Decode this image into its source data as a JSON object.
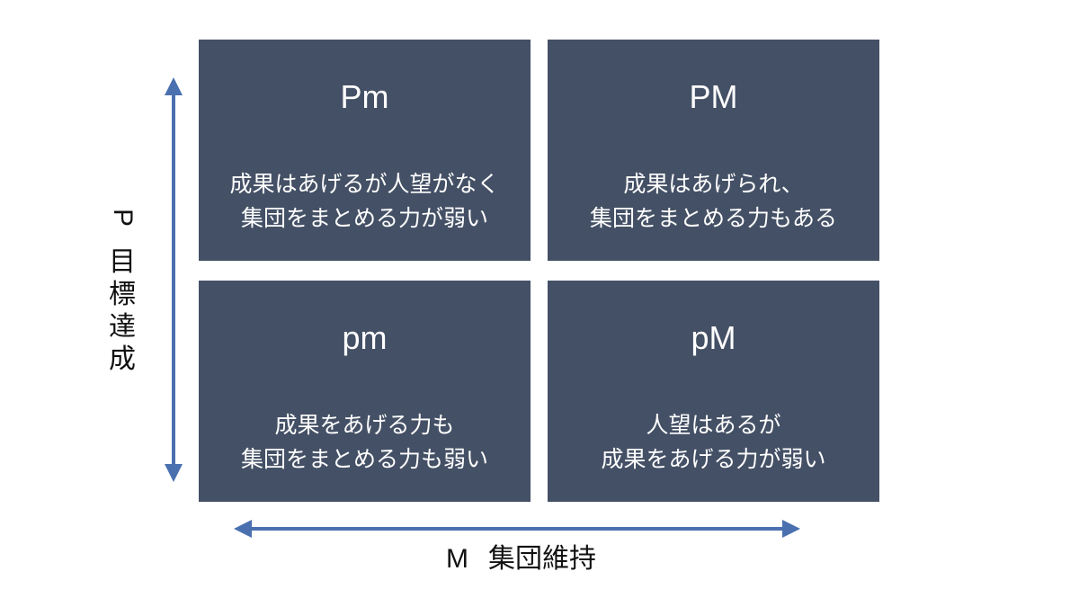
{
  "colors": {
    "cell_bg": "#445065",
    "cell_text": "#ffffff",
    "arrow": "#4a70b0",
    "label": "#111111"
  },
  "quadrants": {
    "top_left": {
      "code": "Pm",
      "line1": "成果はあげるが人望がなく",
      "line2": "集団をまとめる力が弱い"
    },
    "top_right": {
      "code": "PM",
      "line1": "成果はあげられ、",
      "line2": "集団をまとめる力もある"
    },
    "bottom_left": {
      "code": "pm",
      "line1": "成果をあげる力も",
      "line2": "集団をまとめる力も弱い"
    },
    "bottom_right": {
      "code": "pM",
      "line1": "人望はあるが",
      "line2": "成果をあげる力が弱い"
    }
  },
  "axes": {
    "y": {
      "letter": "P",
      "c1": "目",
      "c2": "標",
      "c3": "達",
      "c4": "成"
    },
    "x": {
      "letter": "M",
      "text": "集団維持"
    }
  }
}
